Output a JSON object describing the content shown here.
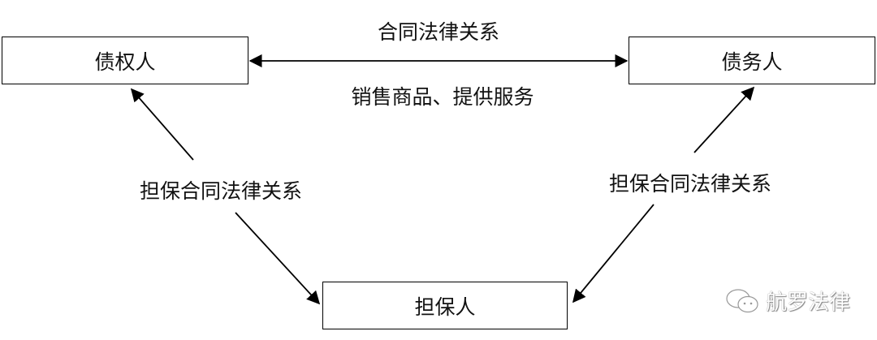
{
  "nodes": {
    "creditor": "债权人",
    "debtor": "债务人",
    "guarantor": "担保人"
  },
  "edges": {
    "contract_top": "合同法律关系",
    "contract_sub": "销售商品、提供服务",
    "guarantee_left": "担保合同法律关系",
    "guarantee_right": "担保合同法律关系"
  },
  "watermark": "航罗法律"
}
